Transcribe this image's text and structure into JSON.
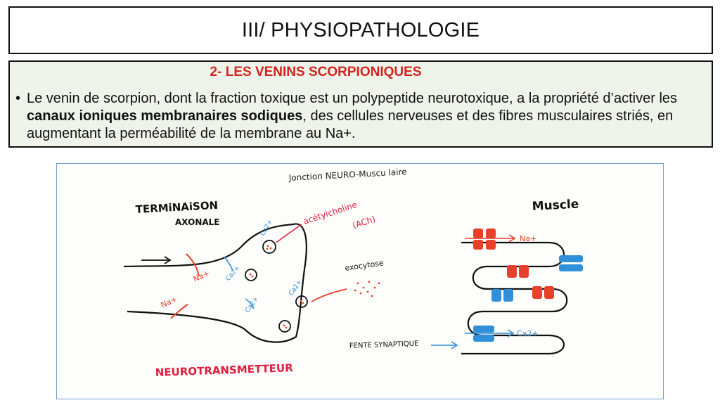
{
  "header": {
    "title": "III/ PHYSIOPATHOLOGIE"
  },
  "section": {
    "subtitle": "2- LES VENINS SCORPIONIQUES",
    "bullet": {
      "text_before": "Le venin de scorpion, dont la fraction toxique est un polypeptide neurotoxique, a la propriété d’activer les ",
      "text_bold": "canaux ioniques membranaires sodiques",
      "text_after": ", des cellules nerveuses et des fibres musculaires striés, en augmentant la perméabilité de la membrane au Na+."
    }
  },
  "diagram": {
    "title": "Jonction NEURO-Muscu laire",
    "terminaison_line1": "TERMiNAiSON",
    "terminaison_line2": "AXONALE",
    "acetylcholine": "acétylcholine",
    "ach": "(ACh)",
    "exocytose": "exocytose",
    "muscle": "Muscle",
    "fente": "FENTE SYNAPTIQUE",
    "neurotransmetteur": "NEUROTRANSMETTEUR",
    "na_label": "Na+",
    "ca_label": "Ca2+",
    "colors": {
      "red": "#e8412a",
      "blue": "#2f8fd8",
      "ink": "#111111",
      "neuro_red": "#e01e3c"
    }
  }
}
